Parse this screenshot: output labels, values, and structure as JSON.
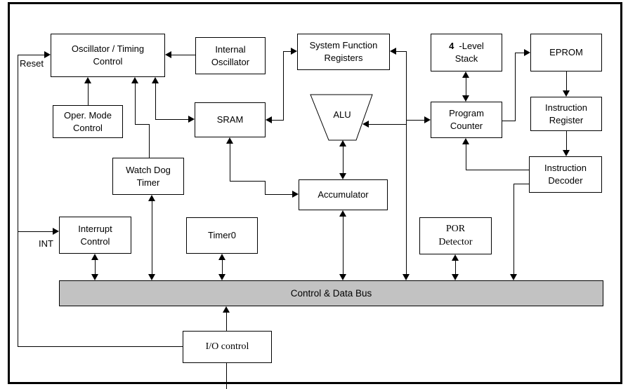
{
  "colors": {
    "background": "#ffffff",
    "line": "#000000",
    "box_border": "#000000",
    "bus_fill": "#c2c2c2",
    "text": "#000000"
  },
  "pin_labels": {
    "reset": "Reset",
    "int": "INT"
  },
  "bus": {
    "label": "Control & Data Bus"
  },
  "blocks": {
    "oscillator_timing_control": {
      "label": "Oscillator / Timing Control"
    },
    "internal_oscillator": {
      "label": "Internal Oscillator"
    },
    "system_function_registers": {
      "label": "System Function Registers"
    },
    "four_level_stack": {
      "label_bold": "4",
      "label_rest": "-Level Stack"
    },
    "eprom": {
      "label": "EPROM"
    },
    "oper_mode_control": {
      "label": "Oper. Mode Control"
    },
    "sram": {
      "label": "SRAM"
    },
    "alu": {
      "label": "ALU"
    },
    "program_counter": {
      "label": "Program Counter"
    },
    "instruction_register": {
      "label": "Instruction Register"
    },
    "watch_dog_timer": {
      "label": "Watch Dog Timer"
    },
    "instruction_decoder": {
      "label": "Instruction Decoder"
    },
    "accumulator": {
      "label": "Accumulator"
    },
    "interrupt_control": {
      "label": "Interrupt Control"
    },
    "timer0": {
      "label": "Timer0"
    },
    "por_detector": {
      "label": "POR Detector"
    },
    "io_control": {
      "label": "I/O control"
    }
  }
}
